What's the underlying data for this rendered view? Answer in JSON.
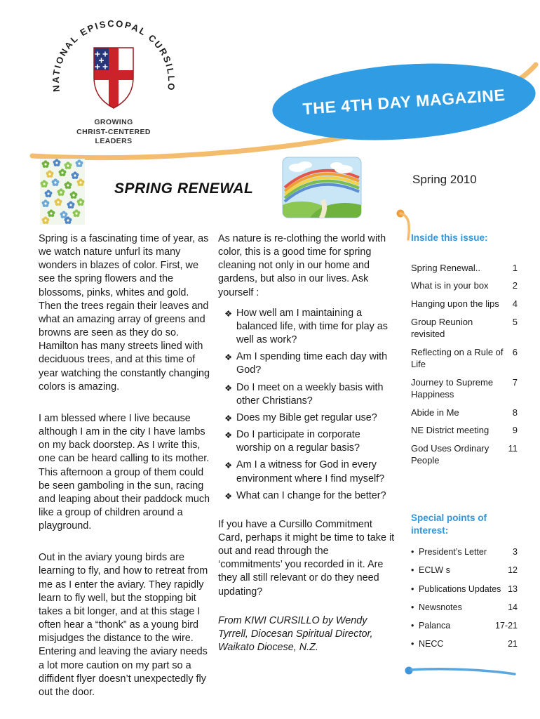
{
  "masthead": {
    "arc_text": "NATIONAL EPISCOPAL CURSILLO",
    "tagline": "GROWING\nCHRIST-CENTERED\nLEADERS",
    "magazine_title": "THE 4TH DAY MAGAZINE"
  },
  "header": {
    "article_title": "SPRING RENEWAL",
    "issue_date": "Spring 2010"
  },
  "article": {
    "bullet": "❖",
    "left_paragraphs": [
      "Spring is a fascinating time of year, as we watch nature unfurl its many wonders in blazes of color.  First, we see the spring flowers and the blossoms,  pinks, whites and gold.  Then the trees regain their leaves and what an amazing array of greens and browns are seen as they do so.  Hamilton has many streets lined with deciduous trees, and at this time of year watching the constantly changing colors is amazing.",
      "I am blessed where I live because although I am in the city I have lambs on my back doorstep.  As I write this, one can be heard calling to its mother.  This afternoon a group of them could be seen gamboling in the sun, racing and leaping about their paddock much like a group of children around a playground.",
      "Out in the aviary young birds are learning to fly, and how to retreat from me as I enter the aviary.  They rapidly learn to fly well, but the stopping bit takes a bit longer, and at this stage  I often hear a “thonk” as a young bird misjudges the distance to the wire.  Entering and leaving the aviary needs a lot more caution on my part so a diffident flyer doesn’t unexpectedly fly out the door."
    ],
    "mid_intro": "As nature is re-clothing the world with color, this is a good time for spring cleaning not only in our home and gardens, but also in our lives.  Ask yourself :",
    "questions": [
      "How well am I maintaining a balanced life, with time for play as well as work?",
      "Am I spending time each day with God?",
      "Do I meet on a weekly basis with other Christians?",
      "Does my Bible get regular use?",
      "Do I participate in corporate worship on a regular basis?",
      "Am I a witness for God in every environment where I find myself?",
      "What can I change for the better?"
    ],
    "closing": "If you have a Cursillo Commitment Card, perhaps it might be time to take it out and read through the ‘commitments’ you recorded in it.  Are they all still relevant or do they need updating?",
    "attribution": "From KIWI CURSILLO by Wendy Tyrrell, Diocesan Spiritual Director, Waikato Diocese, N.Z."
  },
  "sidebar": {
    "inside_title": "Inside this issue:",
    "toc": [
      {
        "label": "Spring Renewal..",
        "page": "1"
      },
      {
        "label": "What is in your box",
        "page": "2"
      },
      {
        "label": "Hanging upon the lips",
        "page": "4"
      },
      {
        "label": "Group Reunion revisited",
        "page": "5"
      },
      {
        "label": "Reflecting on a Rule of Life",
        "page": "6"
      },
      {
        "label": "Journey to  Supreme Happiness",
        "page": "7"
      },
      {
        "label": "Abide in Me",
        "page": "8"
      },
      {
        "label": "NE District meeting",
        "page": "9"
      },
      {
        "label": "God Uses Ordinary People",
        "page": "11"
      }
    ],
    "special_title": "Special points of interest:",
    "bullet": "•",
    "special": [
      {
        "label": "President’s Letter",
        "page": "3"
      },
      {
        "label": "ECLW s",
        "page": "12"
      },
      {
        "label": "Publications Updates",
        "page": "13"
      },
      {
        "label": "Newsnotes",
        "page": "14"
      },
      {
        "label": "Palanca",
        "page": "17-21"
      },
      {
        "label": "NECC",
        "page": "21"
      }
    ]
  },
  "colors": {
    "banner_blue": "#2f9ce3",
    "swoosh_orange": "#f3bd6d",
    "accent_orange_dot": "#ef9f3a",
    "heading_blue": "#2e96dd",
    "bottom_line_blue": "#5aa7e0",
    "shield_red": "#cc2229",
    "shield_canton_blue": "#27357a"
  }
}
